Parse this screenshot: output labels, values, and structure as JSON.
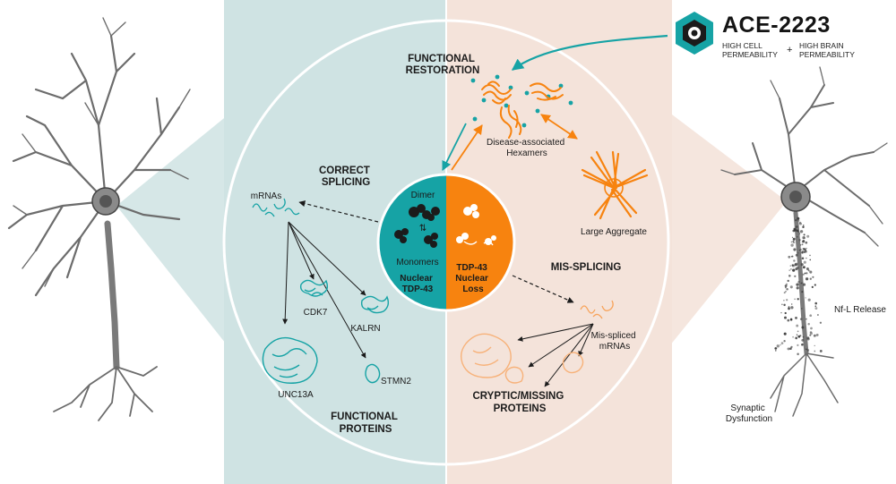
{
  "brand": {
    "name": "ACE-2223",
    "feature_1": "HIGH CELL PERMEABILITY",
    "feature_1_lines": [
      "HIGH CELL",
      "PERMEABILITY"
    ],
    "plus": "+",
    "feature_2": "HIGH BRAIN PERMEABILITY",
    "feature_2_lines": [
      "HIGH BRAIN",
      "PERMEABILITY"
    ]
  },
  "left_panel": {
    "section_top": [
      "CORRECT",
      "SPLICING"
    ],
    "mrnas": "mRNAs",
    "proteins": [
      "CDK7",
      "KALRN",
      "UNC13A",
      "STMN2"
    ],
    "section_bottom": [
      "FUNCTIONAL",
      "PROTEINS"
    ]
  },
  "right_panel": {
    "restoration": [
      "FUNCTIONAL",
      "RESTORATION"
    ],
    "hexamers": [
      "Disease-associated",
      "Hexamers"
    ],
    "aggregate": "Large Aggregate",
    "section_mid": "MIS-SPLICING",
    "misspliced": [
      "Mis-spliced",
      "mRNAs"
    ],
    "section_bottom": [
      "CRYPTIC/MISSING",
      "PROTEINS"
    ]
  },
  "center": {
    "dimer": "Dimer",
    "monomers": "Monomers",
    "nuclear": [
      "Nuclear",
      "TDP-43"
    ],
    "loss": [
      "TDP-43",
      "Nuclear",
      "Loss"
    ]
  },
  "neuron_right": {
    "nfl": "Nf-L Release",
    "synaptic": [
      "Synaptic",
      "Dysfunction"
    ]
  },
  "colors": {
    "teal": "#16a3a5",
    "orange": "#f7830f",
    "left_bg": "#cfe3e3",
    "right_bg": "#f4e3da",
    "dark": "#1b1b1b"
  }
}
